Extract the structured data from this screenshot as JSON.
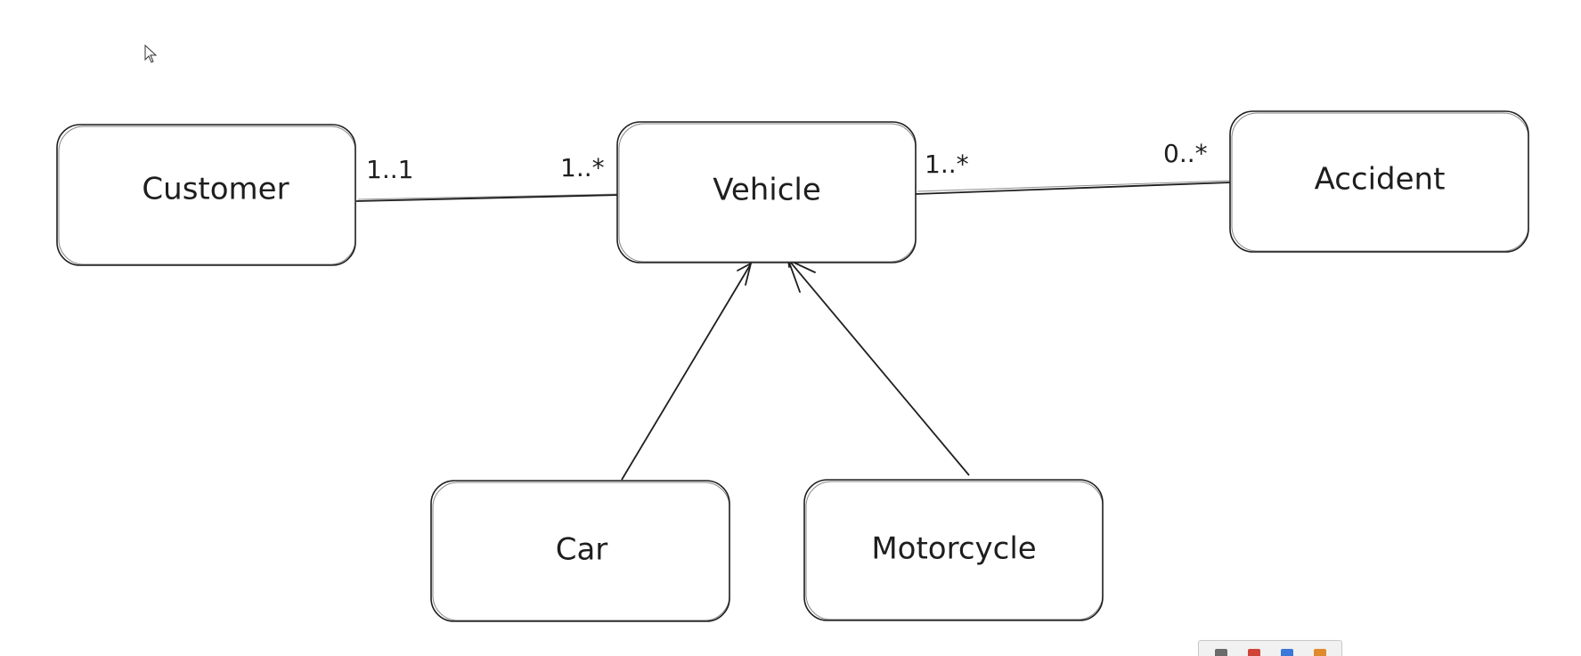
{
  "diagram": {
    "nodes": [
      {
        "id": "customer",
        "label": "Customer"
      },
      {
        "id": "vehicle",
        "label": "Vehicle"
      },
      {
        "id": "accident",
        "label": "Accident"
      },
      {
        "id": "car",
        "label": "Car"
      },
      {
        "id": "motorcycle",
        "label": "Motorcycle"
      }
    ],
    "edges": [
      {
        "from": "customer",
        "to": "vehicle",
        "type": "association",
        "from_mult": "1..1",
        "to_mult": "1..*"
      },
      {
        "from": "vehicle",
        "to": "accident",
        "type": "association",
        "from_mult": "1..*",
        "to_mult": "0..*"
      },
      {
        "from": "car",
        "to": "vehicle",
        "type": "inheritance"
      },
      {
        "from": "motorcycle",
        "to": "vehicle",
        "type": "inheritance"
      }
    ]
  },
  "tray": {
    "icons": [
      {
        "name": "shield-icon",
        "color": "#6b6b6b"
      },
      {
        "name": "mail-icon",
        "color": "#d04437"
      },
      {
        "name": "window-icon",
        "color": "#3b78d8"
      },
      {
        "name": "package-icon",
        "color": "#e08a2e"
      }
    ]
  }
}
